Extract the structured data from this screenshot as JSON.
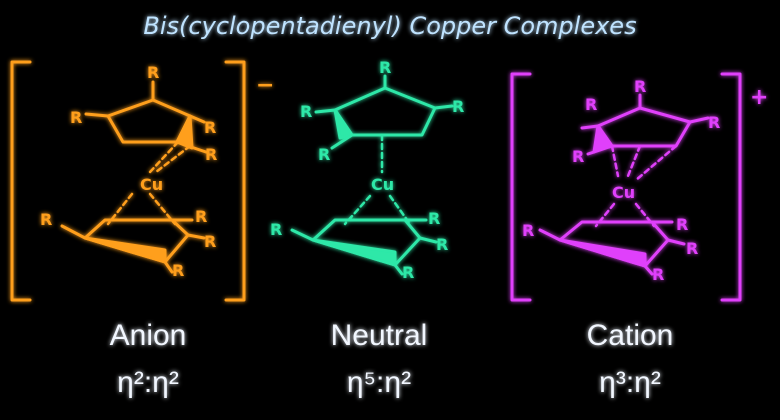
{
  "title": "Bis(cyclopentadienyl) Copper Complexes",
  "colors": {
    "anion": "#ff9f1c",
    "neutral": "#2de8a8",
    "cation": "#e040fb",
    "title": "#bfe3ff",
    "label": "#f2f7ff"
  },
  "atoms": {
    "metal": "Cu",
    "substituent": "R"
  },
  "complexes": [
    {
      "name": "Anion",
      "charge": "−",
      "hapticity": "η²:η²"
    },
    {
      "name": "Neutral",
      "charge": "",
      "hapticity": "η⁵:η²"
    },
    {
      "name": "Cation",
      "charge": "+",
      "hapticity": "η³:η²"
    }
  ]
}
